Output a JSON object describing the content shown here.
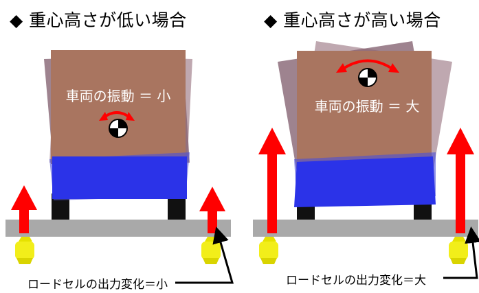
{
  "panels": [
    {
      "title": "◆ 重心高さが低い場合",
      "vibration_label": "車両の振動 ＝ 小",
      "loadcell_caption": "ロードセルの出力変化＝小"
    },
    {
      "title": "◆ 重心高さが高い場合",
      "vibration_label": "車両の振動 ＝ 大",
      "loadcell_caption": "ロードセルの出力変化＝大"
    }
  ],
  "colors": {
    "body": "#a97560",
    "body_ghost": "#7e5a6a",
    "bumper": "#2b33e8",
    "wheel": "#111111",
    "road": "#a9a9a9",
    "arrow": "#ff0000",
    "loadcell": "#f2ee1a"
  }
}
